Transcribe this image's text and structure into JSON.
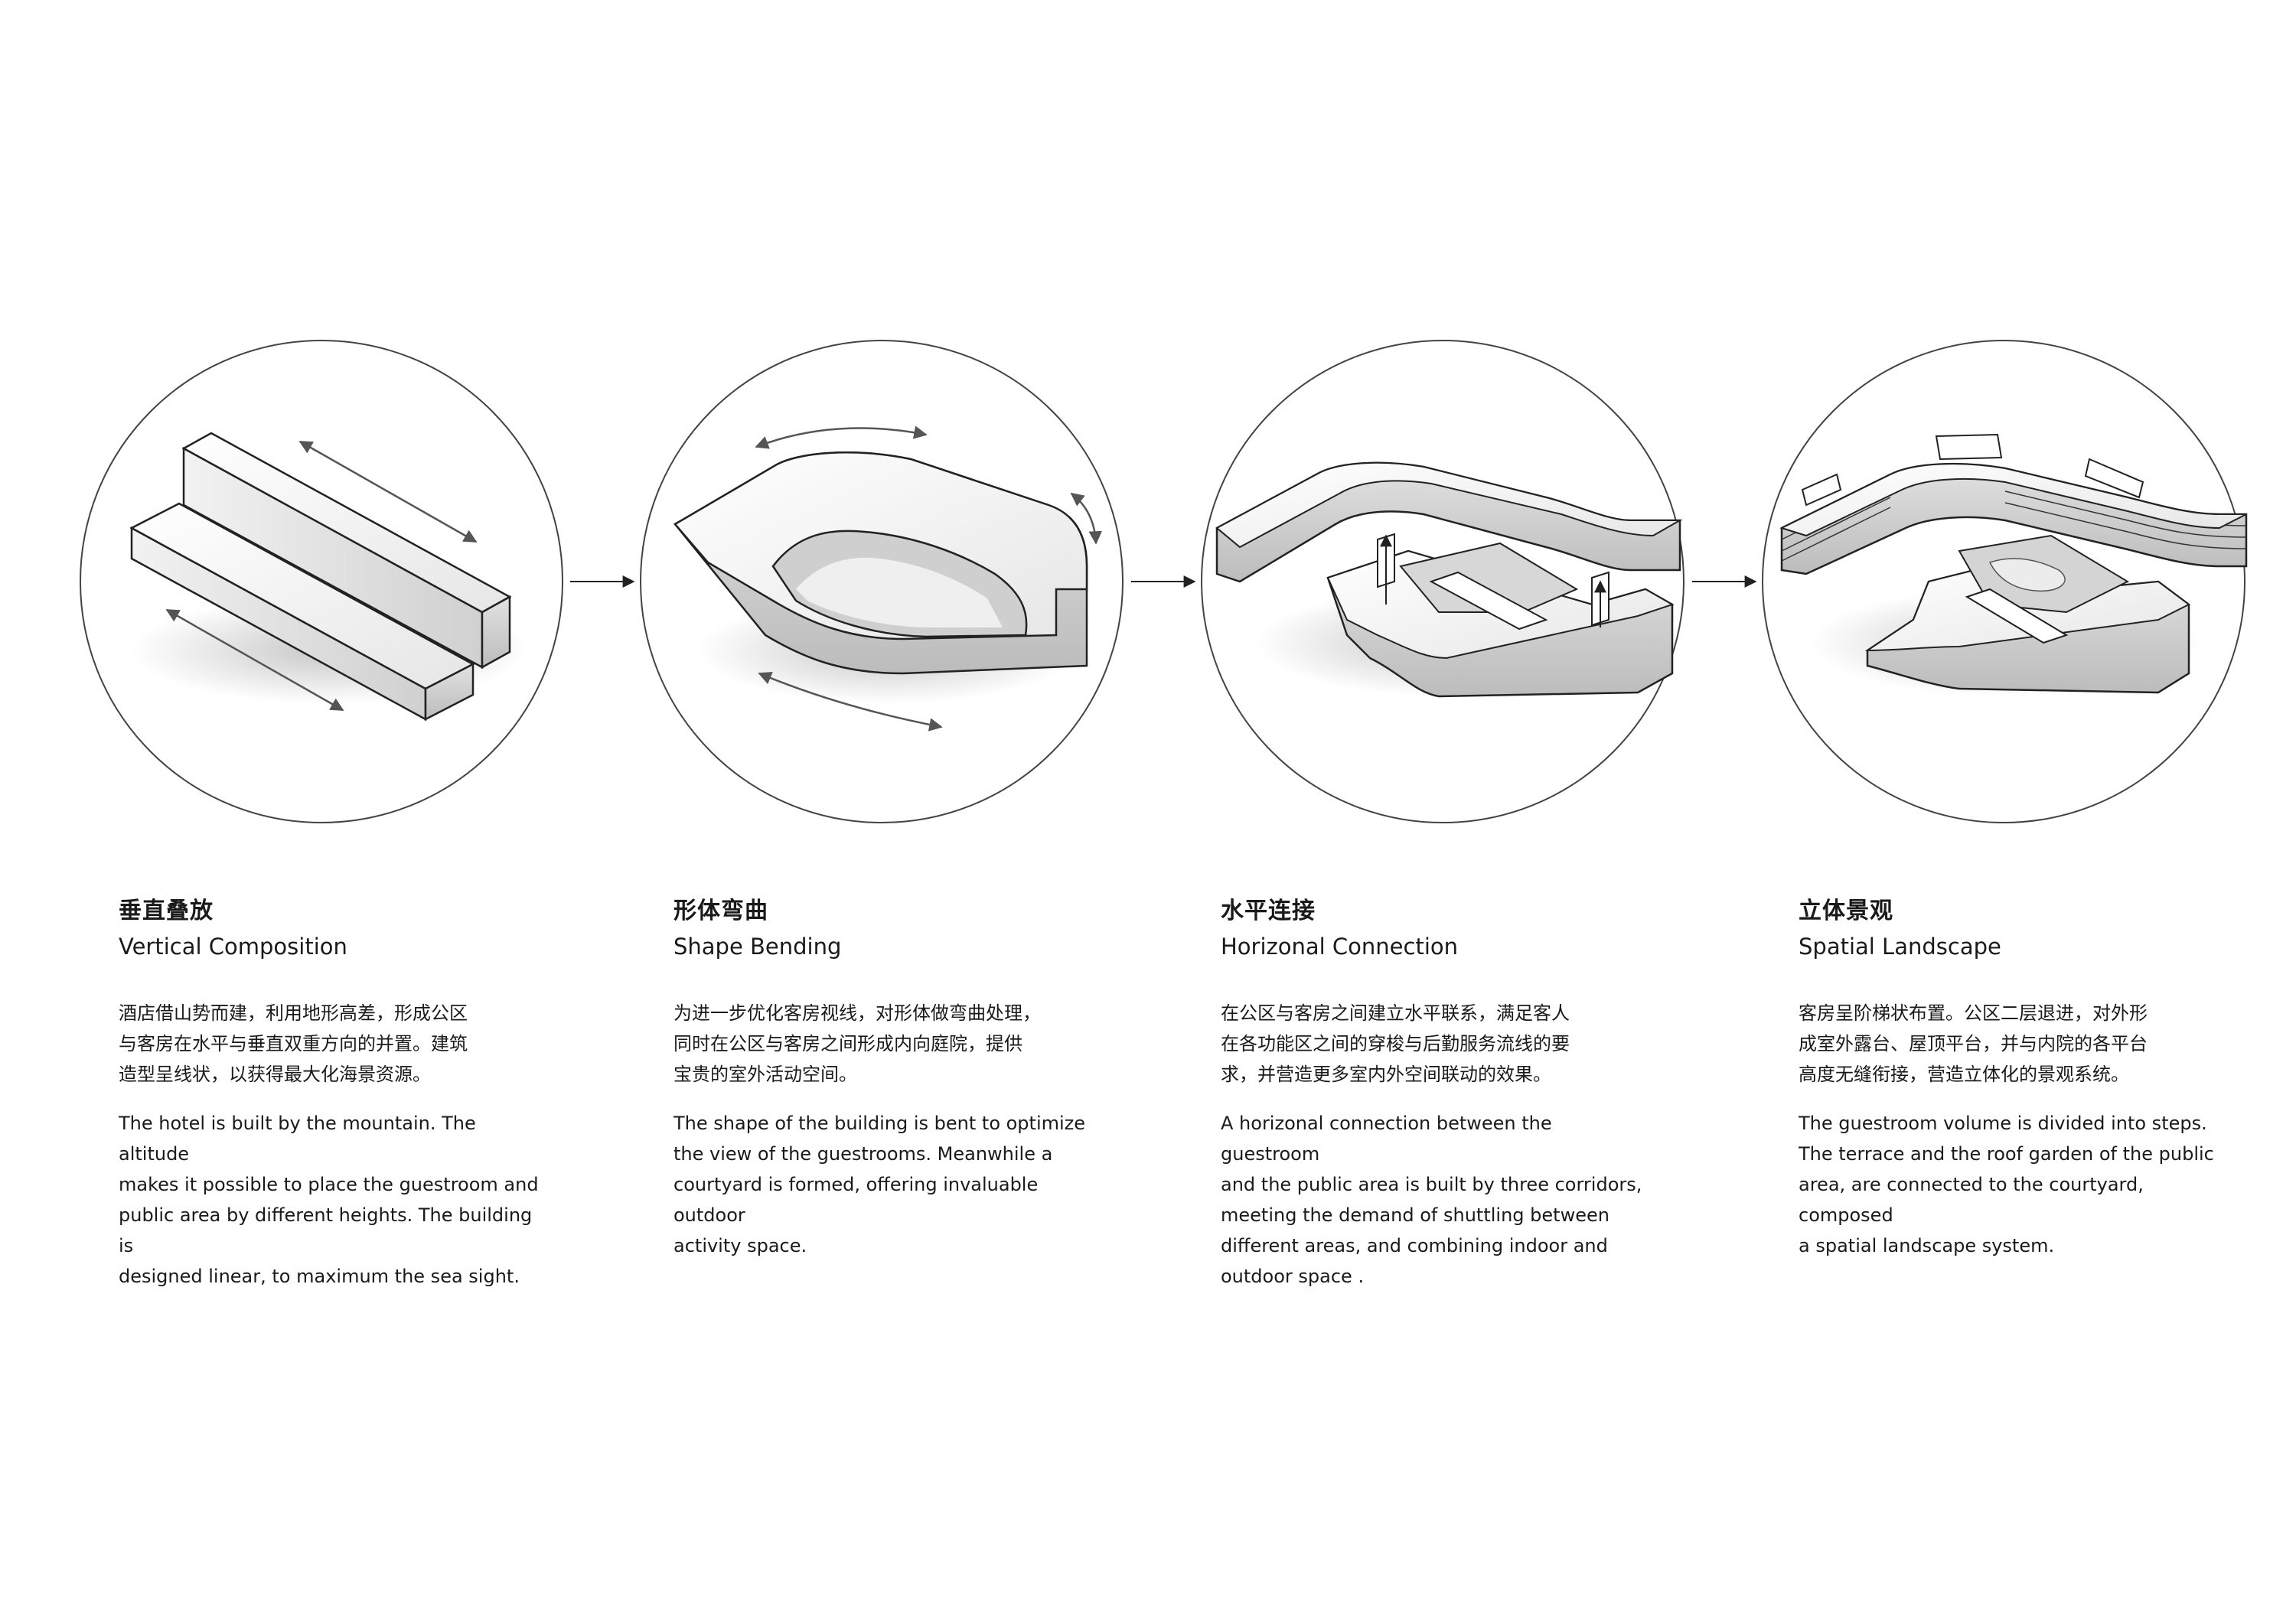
{
  "steps": [
    {
      "title_cn": "垂直叠放",
      "title_en": "Vertical Composition",
      "desc_cn": "酒店借山势而建，利用地形高差，形成公区\n与客房在水平与垂直双重方向的并置。建筑\n造型呈线状，以获得最大化海景资源。",
      "desc_en": "The hotel is built by the mountain. The altitude\nmakes it possible to place the guestroom and\npublic area by different heights. The building is\ndesigned linear, to  maximum the sea sight."
    },
    {
      "title_cn": "形体弯曲",
      "title_en": "Shape Bending",
      "desc_cn": "为进一步优化客房视线，对形体做弯曲处理，\n同时在公区与客房之间形成内向庭院，提供\n宝贵的室外活动空间。",
      "desc_en": "The shape of the building is bent to optimize\nthe view of the guestrooms. Meanwhile a\ncourtyard is formed, offering invaluable outdoor\nactivity space."
    },
    {
      "title_cn": "水平连接",
      "title_en": "Horizonal Connection",
      "desc_cn": "在公区与客房之间建立水平联系，满足客人\n在各功能区之间的穿梭与后勤服务流线的要\n求，并营造更多室内外空间联动的效果。",
      "desc_en": "A horizonal connection between the guestroom\nand the public area is built by three corridors,\nmeeting the demand of shuttling between\ndifferent areas, and combining indoor and\noutdoor space ."
    },
    {
      "title_cn": "立体景观",
      "title_en": "Spatial Landscape",
      "desc_cn": "客房呈阶梯状布置。公区二层退进，对外形\n成室外露台、屋顶平台，并与内院的各平台\n高度无缝衔接，营造立体化的景观系统。",
      "desc_en": "The guestroom volume is divided into steps.\nThe terrace and the roof garden of the public\narea, are connected to the courtyard, composed\na spatial landscape system."
    }
  ],
  "colors": {
    "ink": "#1a1a1a",
    "line": "#444444",
    "arrow": "#555555"
  }
}
